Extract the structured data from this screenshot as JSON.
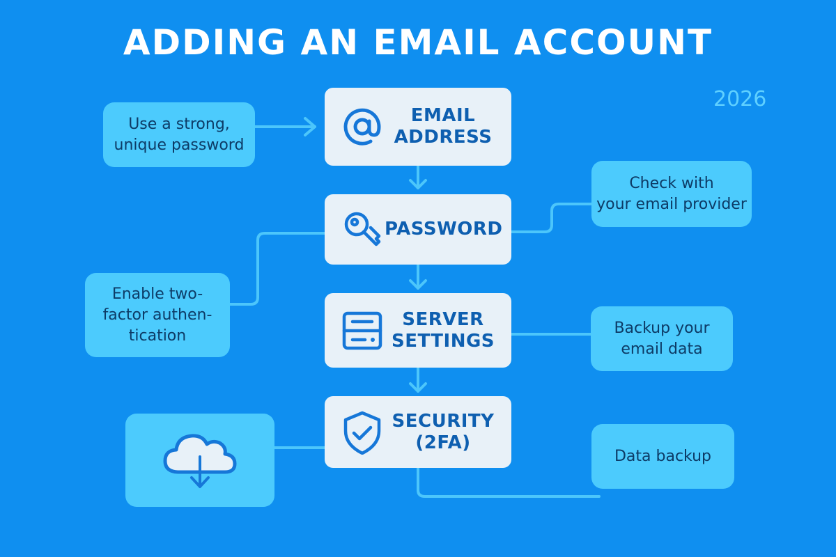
{
  "title": "ADDING AN EMAIL ACCOUNT",
  "year": "2026",
  "colors": {
    "background": "#0f8ff0",
    "step_box": "#e8f1f8",
    "step_text": "#0e5fb0",
    "note_box": "#4ccbfd",
    "note_text": "#0d3b66",
    "connector": "#4cc6fb"
  },
  "steps": [
    {
      "label": "EMAIL\nADDRESS",
      "icon": "at-sign-icon"
    },
    {
      "label": "PASSWORD",
      "icon": "key-icon"
    },
    {
      "label": "SERVER\nSETTINGS",
      "icon": "server-icon"
    },
    {
      "label": "SECURITY\n(2FA)",
      "icon": "shield-check-icon"
    }
  ],
  "notes": {
    "strong_password": "Use a strong,\nunique password",
    "check_provider": "Check with\nyour email provider",
    "two_factor": "Enable two-\nfactor authen-\ntication",
    "backup_data": "Backup your\nemail data",
    "cloud_download": {
      "icon": "cloud-download-icon"
    },
    "data_backup": "Data backup"
  }
}
